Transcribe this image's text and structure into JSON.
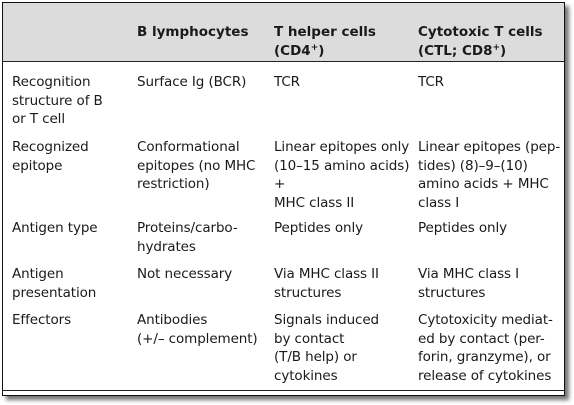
{
  "table": {
    "headers": {
      "col0": "",
      "col1": "B lymphocytes",
      "col2_line1": "T helper cells",
      "col2_line2_pre": "(CD4",
      "col2_sup": "+",
      "col2_line2_post": ")",
      "col3_line1": "Cytotoxic T cells",
      "col3_line2_pre": "(CTL; CD8",
      "col3_sup": "+",
      "col3_line2_post": ")"
    },
    "rows": [
      {
        "label": "Recognition\nstructure of B\nor T cell",
        "b_cells": "Surface Ig (BCR)",
        "t_helper": "TCR",
        "ctl": "TCR"
      },
      {
        "label": "Recognized\nepitope",
        "b_cells": "Conformational\nepitopes (no MHC\nrestriction)",
        "t_helper": "Linear epitopes only\n(10–15 amino acids) +\nMHC class II",
        "ctl": "Linear epitopes (pep-\ntides) (8)–9–(10)\namino acids + MHC\nclass I"
      },
      {
        "label": "Antigen type",
        "b_cells": "Proteins/carbo-\nhydrates",
        "t_helper": "Peptides only",
        "ctl": "Peptides only"
      },
      {
        "label": "Antigen\npresentation",
        "b_cells": "Not necessary",
        "t_helper": "Via MHC class II\nstructures",
        "ctl": "Via MHC class I\nstructures"
      },
      {
        "label": "Effectors",
        "b_cells": "Antibodies\n(+/– complement)",
        "t_helper": "Signals induced\nby contact\n(T/B help) or\ncytokines",
        "ctl": "Cytotoxicity mediat-\ned by contact (per-\nforin, granzyme), or\nrelease of cytokines"
      }
    ]
  }
}
